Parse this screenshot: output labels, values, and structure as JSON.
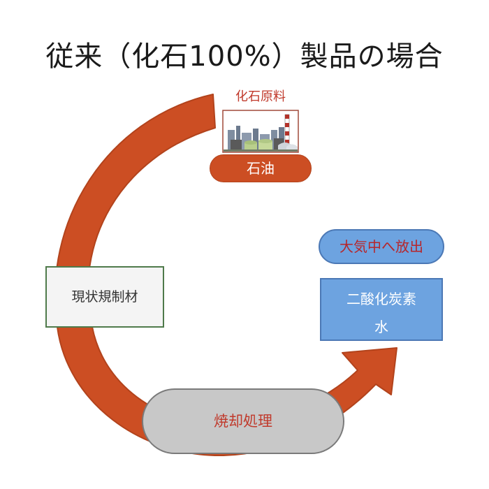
{
  "title": "従来（化石100%）製品の場合",
  "nodes": {
    "fossil_material": "化石原料",
    "oil": "石油",
    "current_material": "現状規制材",
    "release": "大気中へ放出",
    "co2": "二酸化炭素",
    "water": "水",
    "incineration": "焼却処理"
  },
  "colors": {
    "arrow": "#cc4e23",
    "arrow_border": "#b2431c",
    "blue_box": "#6da3e0",
    "blue_border": "#4b78b5",
    "gray_pill": "#c8c8c8",
    "label_red": "#c0392b"
  }
}
